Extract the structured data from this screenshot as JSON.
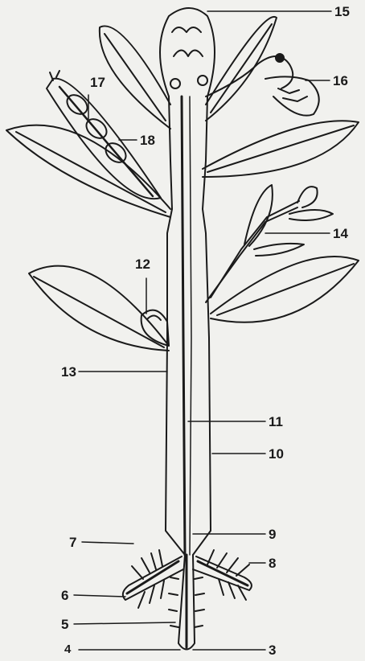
{
  "diagram": {
    "labels": [
      {
        "id": "l1",
        "text": "15"
      },
      {
        "id": "l2",
        "text": "16"
      },
      {
        "id": "l3",
        "text": "17"
      },
      {
        "id": "l4",
        "text": "18"
      },
      {
        "id": "l5",
        "text": "14"
      },
      {
        "id": "l6",
        "text": "12"
      },
      {
        "id": "l7",
        "text": "13"
      },
      {
        "id": "l8",
        "text": "11"
      },
      {
        "id": "l9",
        "text": "10"
      },
      {
        "id": "l10",
        "text": "9"
      },
      {
        "id": "l11",
        "text": "7"
      },
      {
        "id": "l12",
        "text": "8"
      },
      {
        "id": "l13",
        "text": "6"
      },
      {
        "id": "l14",
        "text": "5"
      },
      {
        "id": "l15",
        "text": "4"
      },
      {
        "id": "l16",
        "text": "3"
      }
    ],
    "colors": {
      "background": "#f1f1ee",
      "ink": "#1a1a1a"
    }
  }
}
